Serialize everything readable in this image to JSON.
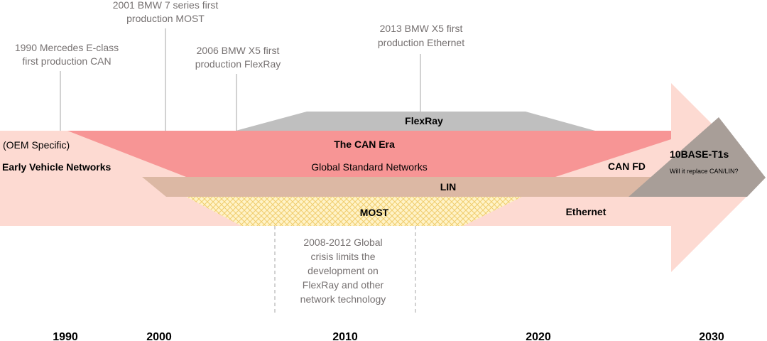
{
  "callouts": {
    "bmw7_line1": "2001 BMW 7 series first",
    "bmw7_line2": "production MOST",
    "merc_line1": "1990 Mercedes E-class",
    "merc_line2": "first production CAN",
    "x5fr_line1": "2006 BMW X5 first",
    "x5fr_line2": "production FlexRay",
    "x5eth_line1": "2013 BMW X5 first",
    "x5eth_line2": "production Ethernet"
  },
  "bands": {
    "flexray": "FlexRay",
    "can_era": "The CAN Era",
    "global_standard": "Global Standard Networks",
    "oem_specific": "(OEM Specific)",
    "early_networks": "Early Vehicle Networks",
    "can_fd": "CAN FD",
    "t1s_title": "10BASE-T1s",
    "t1s_question": "Will it replace CAN/LIN?",
    "lin": "LIN",
    "most": "MOST",
    "ethernet": "Ethernet"
  },
  "crisis_note": {
    "line1": "2008-2012 Global",
    "line2": "crisis limits the",
    "line3": "development on",
    "line4": "FlexRay and other",
    "line5": "network technology"
  },
  "timeline": {
    "y1990": "1990",
    "y2000": "2000",
    "y2010": "2010",
    "y2020": "2020",
    "y2030": "2030"
  },
  "colors": {
    "arrow": "#FDDAD2",
    "can_red": "#F79595",
    "flexray_gray": "#BFBFBF",
    "lin_tan": "#DCB8A4",
    "most_yellow": "#F2D27A",
    "t1s_gray": "#A89E98",
    "callout_text": "#767171"
  }
}
